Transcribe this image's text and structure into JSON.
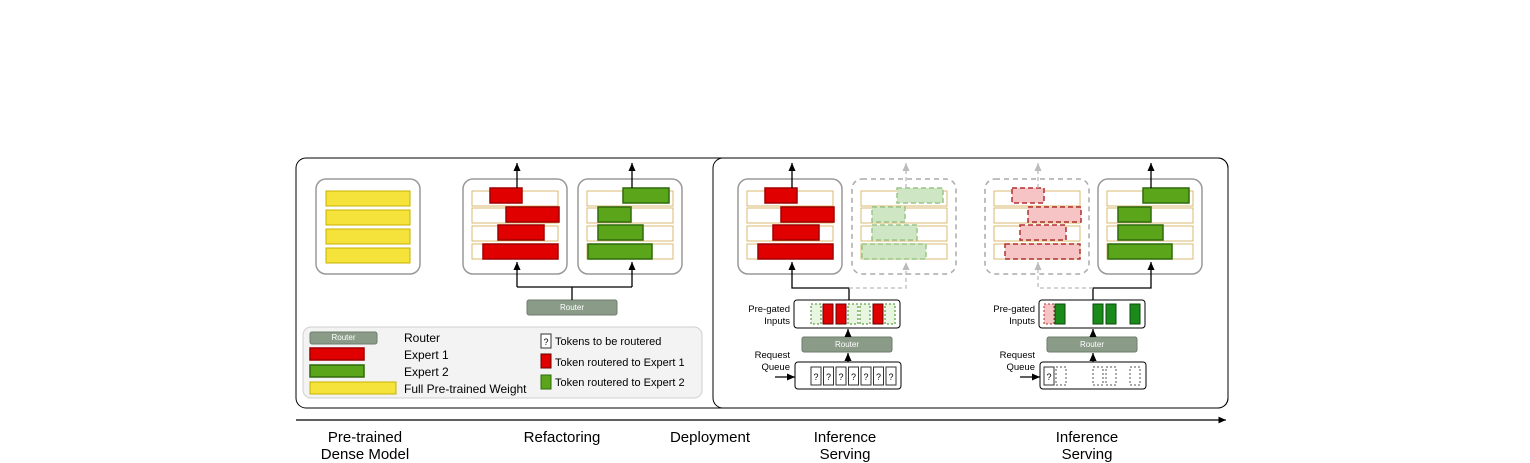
{
  "router_label": "Router",
  "legend": {
    "router": "Router",
    "expert1": "Expert 1",
    "expert2": "Expert 2",
    "full_weight": "Full Pre-trained Weight",
    "tokens": "Tokens to be routered",
    "token_e1": "Token routered to Expert 1",
    "token_e2": "Token routered to Expert 2",
    "question_mark": "?"
  },
  "serving": {
    "pregated": "Pre-gated Inputs",
    "queue": "Request Queue"
  },
  "timeline": {
    "stage1": "Pre-trained Dense Model",
    "stage2": "Refactoring",
    "stage3": "Deployment",
    "stage4": "Inference Serving",
    "stage5": "Inference Serving"
  },
  "colors": {
    "red": "#e00000",
    "red_border": "#a00000",
    "green": "#5aa51a",
    "green_border": "#2f6a0c",
    "green_token": "#1a8a1a",
    "yellow": "#f5e23a",
    "yellow_border": "#c8b000",
    "router": "#8a9c88",
    "row_border": "#d9b870",
    "pale_green": "#cfe6c4",
    "pale_red": "#f6c4c4"
  }
}
